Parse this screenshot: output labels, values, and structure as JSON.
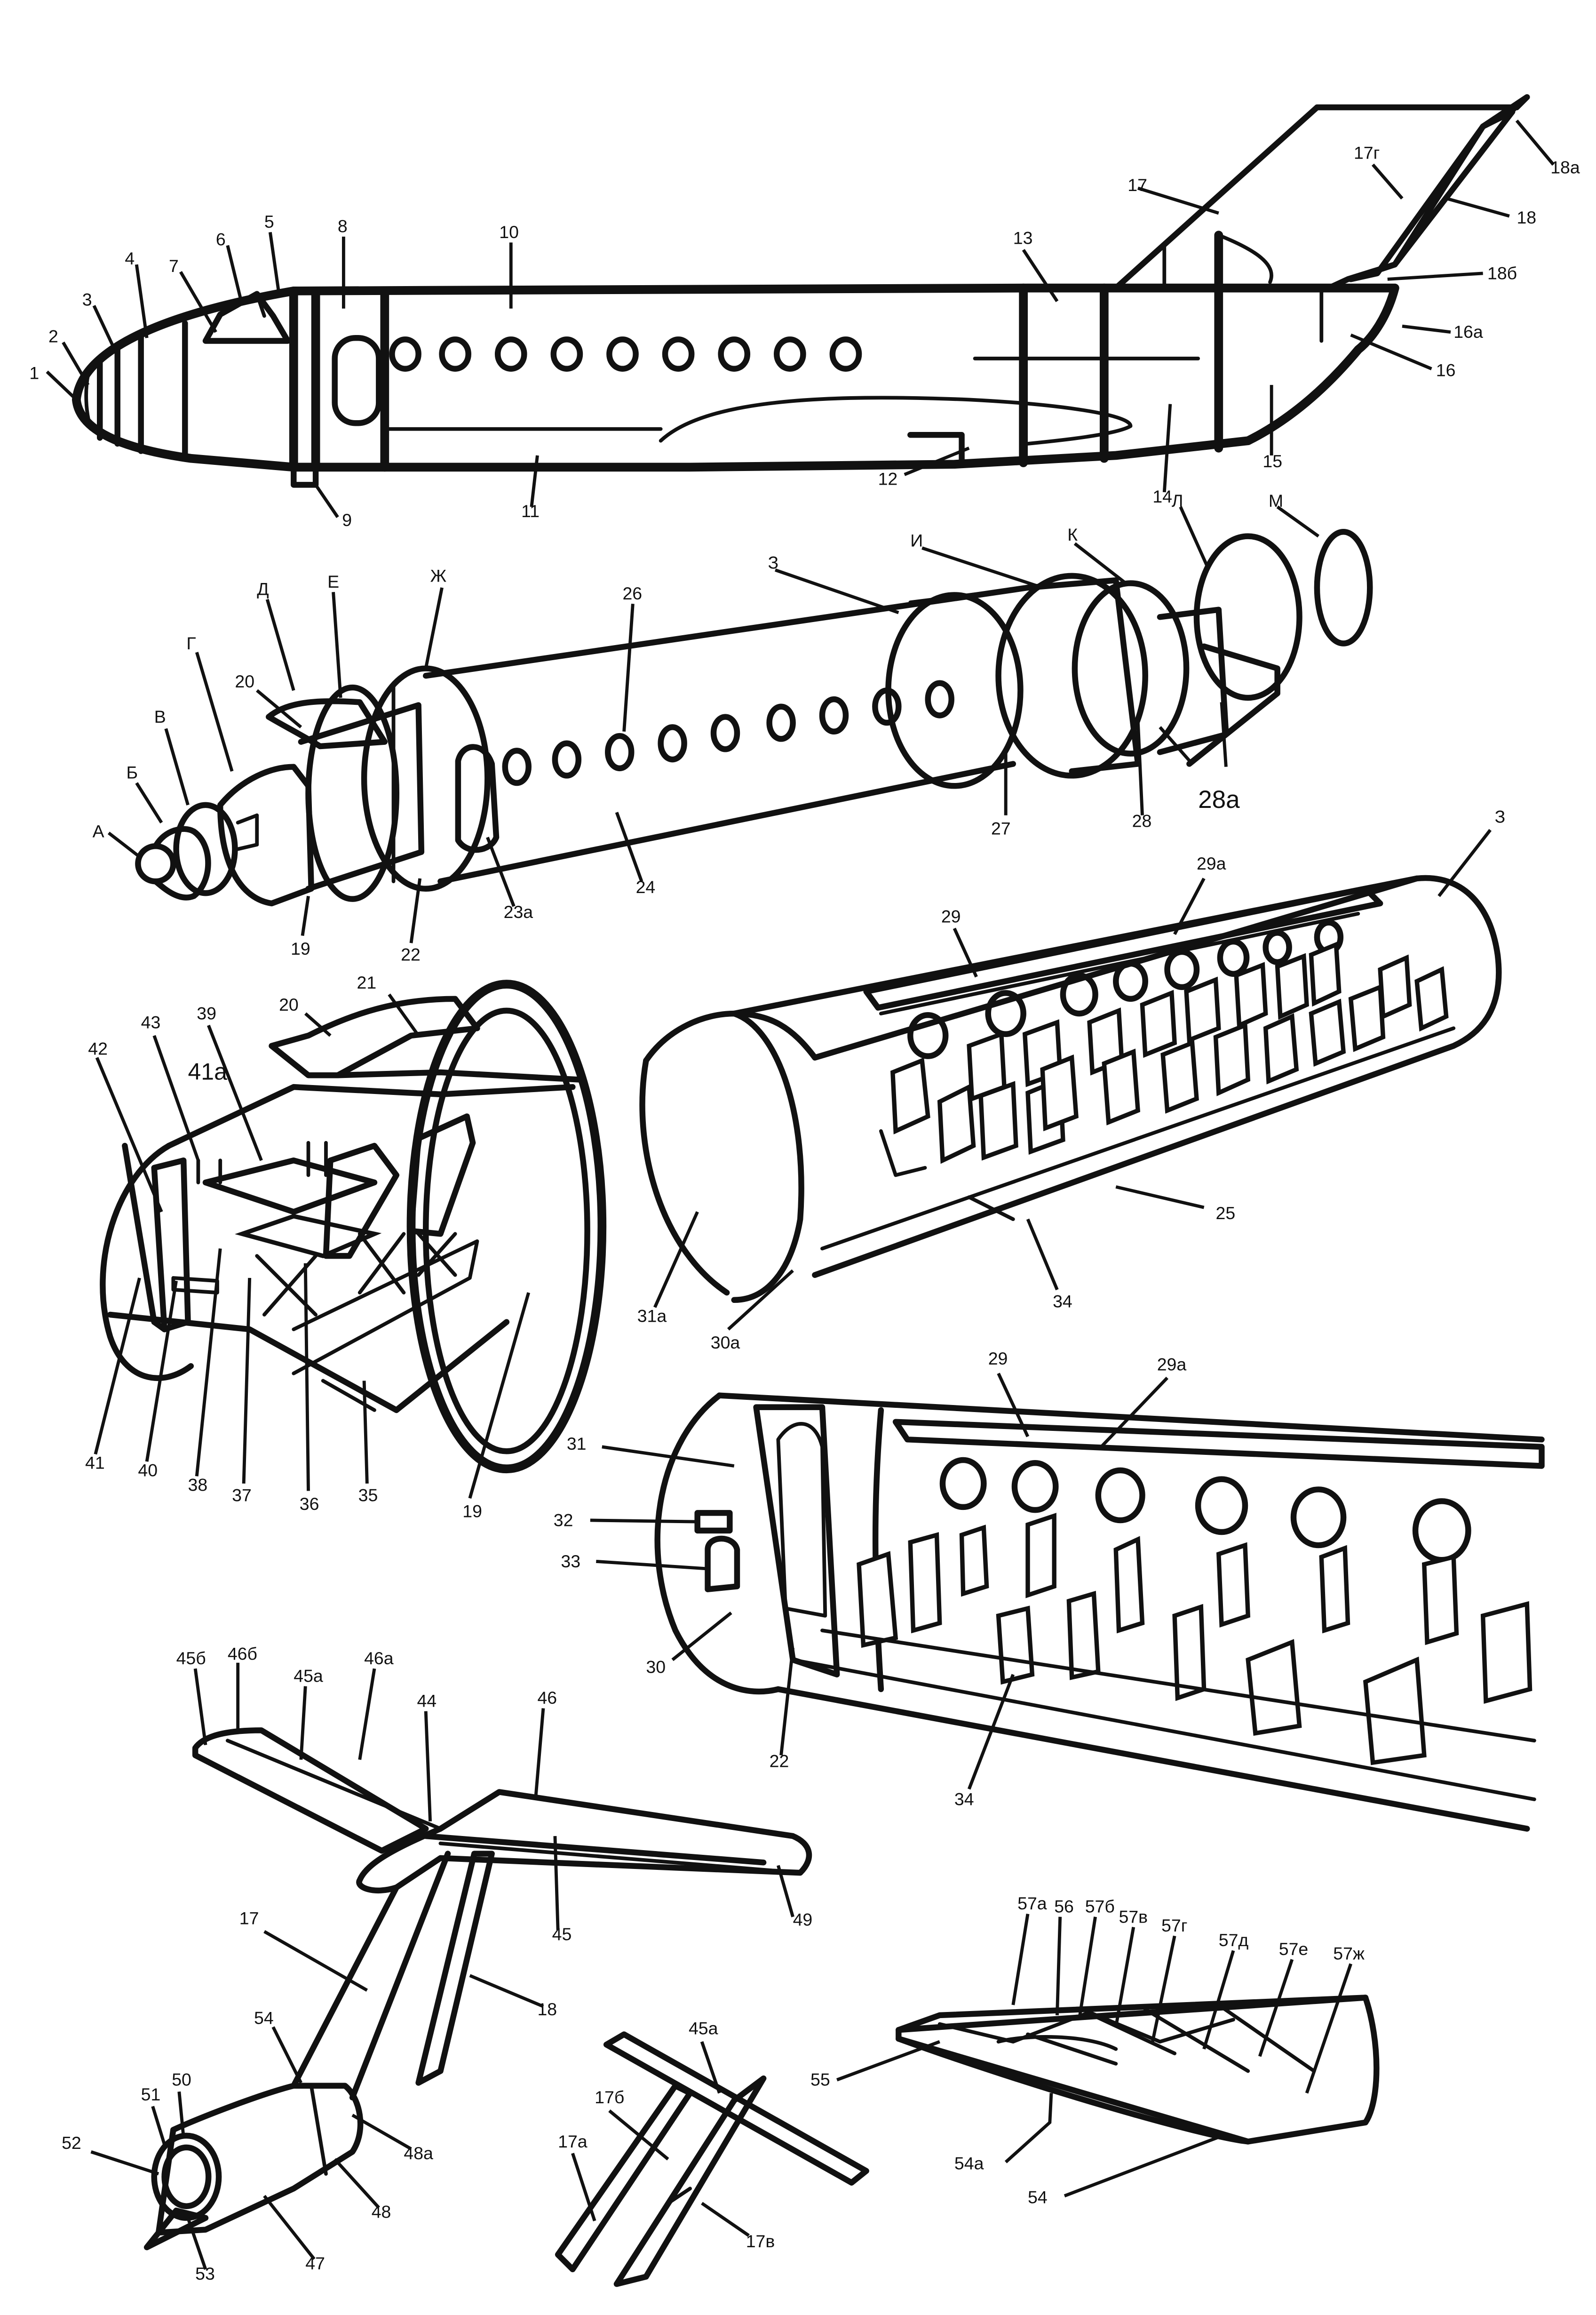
{
  "labels": {
    "fuselage": [
      "1",
      "2",
      "3",
      "4",
      "7",
      "6",
      "5",
      "8",
      "9",
      "10",
      "11",
      "12",
      "13",
      "14",
      "15",
      "16",
      "16а",
      "17",
      "17г",
      "18",
      "18а",
      "18б"
    ],
    "exploded": [
      "А",
      "Б",
      "В",
      "Г",
      "Д",
      "Е",
      "Ж",
      "З",
      "И",
      "К",
      "Л",
      "М",
      "20",
      "19",
      "22",
      "23а",
      "24",
      "26",
      "27",
      "28",
      "28а"
    ],
    "cockpit": [
      "42",
      "43",
      "39",
      "41а",
      "20",
      "21",
      "41",
      "40",
      "38",
      "37",
      "36",
      "35",
      "19"
    ],
    "cabin_top": [
      "З",
      "29",
      "29а",
      "25",
      "34",
      "31а",
      "30а"
    ],
    "cabin_bottom": [
      "29",
      "29а",
      "31",
      "32",
      "33",
      "30",
      "22",
      "34"
    ],
    "tail": [
      "45б",
      "46б",
      "45а",
      "46а",
      "44",
      "46",
      "45",
      "49",
      "17",
      "18",
      "54",
      "50",
      "51",
      "52",
      "53",
      "47",
      "48",
      "48а"
    ],
    "stabilizer": [
      "45а",
      "17б",
      "17а",
      "17в"
    ],
    "box": [
      "57а",
      "56",
      "57б",
      "57в",
      "57г",
      "57д",
      "57е",
      "57ж",
      "55",
      "54а",
      "54"
    ]
  },
  "colors": {
    "ink": "#111111",
    "paper": "#ffffff"
  }
}
